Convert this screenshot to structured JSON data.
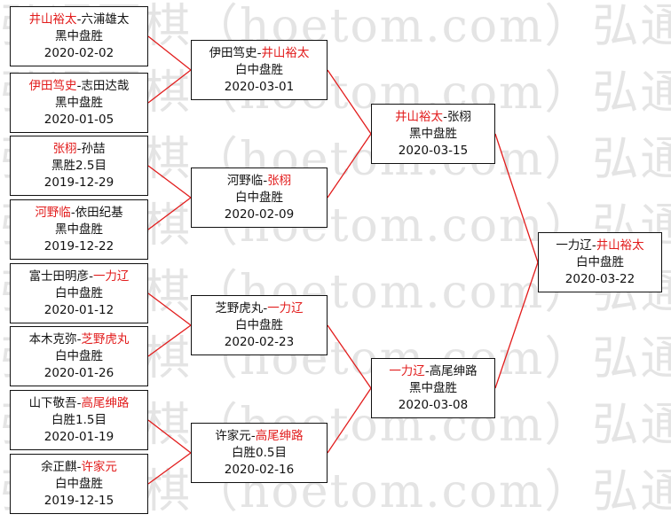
{
  "watermark": "弘通围棋（hoetom.com）弘通",
  "colors": {
    "winner": "#e21c1c",
    "text": "#111111",
    "line": "#e21c1c",
    "border": "#111111"
  },
  "matches": [
    {
      "id": "r1m1",
      "p1": "井山裕太",
      "p2": "六浦雄太",
      "winner": 1,
      "result": "黑中盘胜",
      "date": "2020-02-02"
    },
    {
      "id": "r1m2",
      "p1": "伊田笃史",
      "p2": "志田达哉",
      "winner": 1,
      "result": "黑中盘胜",
      "date": "2020-01-05"
    },
    {
      "id": "r1m3",
      "p1": "张栩",
      "p2": "孙喆",
      "winner": 1,
      "result": "黑胜2.5目",
      "date": "2019-12-29"
    },
    {
      "id": "r1m4",
      "p1": "河野临",
      "p2": "依田纪基",
      "winner": 1,
      "result": "黑中盘胜",
      "date": "2019-12-22"
    },
    {
      "id": "r1m5",
      "p1": "富士田明彦",
      "p2": "一力辽",
      "winner": 2,
      "result": "白中盘胜",
      "date": "2020-01-12"
    },
    {
      "id": "r1m6",
      "p1": "本木克弥",
      "p2": "芝野虎丸",
      "winner": 2,
      "result": "白中盘胜",
      "date": "2020-01-26"
    },
    {
      "id": "r1m7",
      "p1": "山下敬吾",
      "p2": "高尾绅路",
      "winner": 2,
      "result": "白胜1.5目",
      "date": "2020-01-19"
    },
    {
      "id": "r1m8",
      "p1": "余正麒",
      "p2": "许家元",
      "winner": 2,
      "result": "白中盘胜",
      "date": "2019-12-15"
    },
    {
      "id": "r2m1",
      "p1": "伊田笃史",
      "p2": "井山裕太",
      "winner": 2,
      "result": "白中盘胜",
      "date": "2020-03-01"
    },
    {
      "id": "r2m2",
      "p1": "河野临",
      "p2": "张栩",
      "winner": 2,
      "result": "白中盘胜",
      "date": "2020-02-09"
    },
    {
      "id": "r2m3",
      "p1": "芝野虎丸",
      "p2": "一力辽",
      "winner": 2,
      "result": "白中盘胜",
      "date": "2020-02-23"
    },
    {
      "id": "r2m4",
      "p1": "许家元",
      "p2": "高尾绅路",
      "winner": 2,
      "result": "白胜0.5目",
      "date": "2020-02-16"
    },
    {
      "id": "r3m1",
      "p1": "井山裕太",
      "p2": "张栩",
      "winner": 1,
      "result": "黑中盘胜",
      "date": "2020-03-15"
    },
    {
      "id": "r3m2",
      "p1": "一力辽",
      "p2": "高尾绅路",
      "winner": 1,
      "result": "黑中盘胜",
      "date": "2020-03-08"
    },
    {
      "id": "final",
      "p1": "一力辽",
      "p2": "井山裕太",
      "winner": 2,
      "result": "白中盘胜",
      "date": "2020-03-22"
    }
  ],
  "links": [
    [
      "r1m1",
      "r2m1"
    ],
    [
      "r1m2",
      "r2m1"
    ],
    [
      "r1m3",
      "r2m2"
    ],
    [
      "r1m4",
      "r2m2"
    ],
    [
      "r1m5",
      "r2m3"
    ],
    [
      "r1m6",
      "r2m3"
    ],
    [
      "r1m7",
      "r2m4"
    ],
    [
      "r1m8",
      "r2m4"
    ],
    [
      "r2m1",
      "r3m1"
    ],
    [
      "r2m2",
      "r3m1"
    ],
    [
      "r2m3",
      "r3m2"
    ],
    [
      "r2m4",
      "r3m2"
    ],
    [
      "r3m1",
      "final"
    ],
    [
      "r3m2",
      "final"
    ]
  ]
}
